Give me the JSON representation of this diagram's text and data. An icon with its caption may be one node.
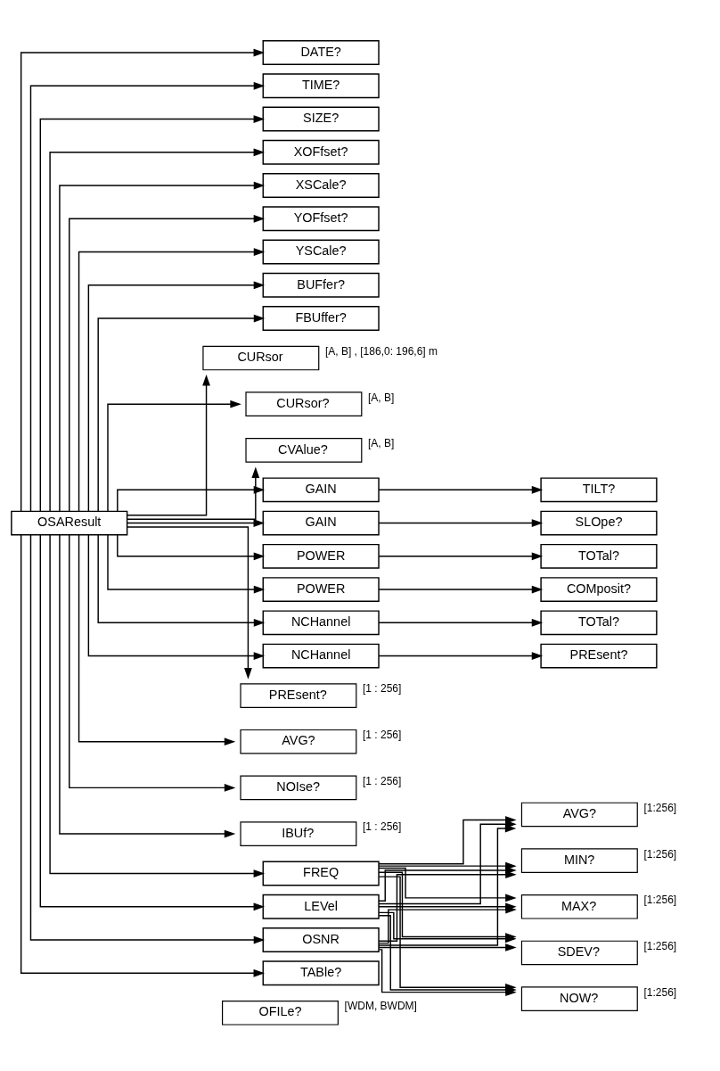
{
  "diagram": {
    "nodes": [
      {
        "text": [
          "OSAResult"
        ]
      },
      {
        "text": [
          "DATE?"
        ]
      },
      {
        "text": [
          "TIME?"
        ]
      },
      {
        "text": [
          "SIZE?"
        ]
      },
      {
        "text": [
          "XOFfset?"
        ]
      },
      {
        "text": [
          "XSCale?"
        ]
      },
      {
        "text": [
          "YOFfset?"
        ]
      },
      {
        "text": [
          "YSCale?"
        ]
      },
      {
        "text": [
          "BUFfer?"
        ]
      },
      {
        "text": [
          "FBUffer?"
        ]
      },
      {
        "text": [
          "CURsor"
        ],
        "beside": [
          "[A, B] , [186,0: 196,6] m"
        ]
      },
      {
        "text": [
          "CURsor?"
        ],
        "beside": [
          "[A, B]"
        ]
      },
      {
        "text": [
          "CVAlue?"
        ],
        "beside": [
          "[A, B]"
        ]
      },
      {
        "text": [
          "GAIN"
        ]
      },
      {
        "text": [
          "TILT?"
        ]
      },
      {
        "text": [
          "GAIN"
        ]
      },
      {
        "text": [
          "SLOpe?"
        ]
      },
      {
        "text": [
          "POWER"
        ]
      },
      {
        "text": [
          "TOTal?"
        ]
      },
      {
        "text": [
          "POWER"
        ]
      },
      {
        "text": [
          "COMposit?"
        ]
      },
      {
        "text": [
          "NCHannel"
        ]
      },
      {
        "text": [
          "TOTal?"
        ]
      },
      {
        "text": [
          "NCHannel"
        ]
      },
      {
        "text": [
          "PREsent?"
        ]
      },
      {
        "text": [
          "PREsent?"
        ],
        "beside": [
          "[1 : 256]"
        ]
      },
      {
        "text": [
          "AVG?"
        ],
        "beside": [
          "[1 : 256]"
        ]
      },
      {
        "text": [
          "NOIse?"
        ],
        "beside": [
          "[1 : 256]"
        ]
      },
      {
        "text": [
          "IBUf?"
        ],
        "beside": [
          "[1 : 256]"
        ]
      },
      {
        "text": [
          "NOW?"
        ],
        "beside": [
          "[1:256]"
        ]
      },
      {
        "text": [
          "FREQ"
        ]
      },
      {
        "text": [
          "AVG?"
        ],
        "beside": [
          "[1:256]"
        ]
      },
      {
        "text": [
          "LEVel"
        ]
      },
      {
        "text": [
          "MIN?"
        ],
        "beside": [
          "[1:256]"
        ]
      },
      {
        "text": [
          "OSNR"
        ]
      },
      {
        "text": [
          "MAX?"
        ],
        "beside": [
          "[1:256]"
        ]
      },
      {
        "text": [
          "SDEV?"
        ],
        "beside": [
          "[1:256]"
        ]
      },
      {
        "text": [
          "TABle?"
        ]
      },
      {
        "text": [
          "OFILe?"
        ],
        "beside": [
          "[WDM, BWDM]"
        ]
      }
    ],
    "edges": [
      {
        "from": 0,
        "to": 1,
        "arrow": "to"
      },
      {
        "from": 0,
        "to": 2,
        "arrow": "to"
      },
      {
        "from": 0,
        "to": 3,
        "arrow": "to"
      },
      {
        "from": 0,
        "to": 4,
        "arrow": "to"
      },
      {
        "from": 0,
        "to": 5,
        "arrow": "to"
      },
      {
        "from": 0,
        "to": 6,
        "arrow": "to"
      },
      {
        "from": 0,
        "to": 7,
        "arrow": "to"
      },
      {
        "from": 0,
        "to": 8,
        "arrow": "to"
      },
      {
        "from": 0,
        "to": 9,
        "arrow": "to"
      },
      {
        "from": 0,
        "to": 10,
        "arrow": "to"
      },
      {
        "from": 0,
        "to": 11,
        "arrow": "to"
      },
      {
        "from": 0,
        "to": 12,
        "arrow": "to"
      },
      {
        "from": 0,
        "to": 13,
        "arrow": "to"
      },
      {
        "from": 13,
        "to": 14,
        "arrow": "to"
      },
      {
        "from": 0,
        "to": 15,
        "arrow": "to"
      },
      {
        "from": 15,
        "to": 16,
        "arrow": "to"
      },
      {
        "from": 0,
        "to": 17,
        "arrow": "to"
      },
      {
        "from": 17,
        "to": 18,
        "arrow": "to"
      },
      {
        "from": 0,
        "to": 19,
        "arrow": "to"
      },
      {
        "from": 19,
        "to": 20,
        "arrow": "to"
      },
      {
        "from": 0,
        "to": 21,
        "arrow": "to"
      },
      {
        "from": 21,
        "to": 22,
        "arrow": "to"
      },
      {
        "from": 0,
        "to": 23,
        "arrow": "to"
      },
      {
        "from": 23,
        "to": 24,
        "arrow": "to"
      },
      {
        "from": 0,
        "to": 25,
        "arrow": "to"
      },
      {
        "from": 0,
        "to": 26,
        "arrow": "to"
      },
      {
        "from": 0,
        "to": 27,
        "arrow": "to"
      },
      {
        "from": 0,
        "to": 28,
        "arrow": "to"
      },
      {
        "from": 0,
        "to": 30,
        "arrow": "to"
      },
      {
        "from": 0,
        "to": 32,
        "arrow": "to"
      },
      {
        "from": 0,
        "to": 34,
        "arrow": "to"
      },
      {
        "from": 0,
        "to": 37,
        "arrow": "to"
      },
      {
        "from": 30,
        "to": 29,
        "arrow": "to"
      },
      {
        "from": 30,
        "to": 31,
        "arrow": "to"
      },
      {
        "from": 30,
        "to": 33,
        "arrow": "to"
      },
      {
        "from": 30,
        "to": 35,
        "arrow": "to"
      },
      {
        "from": 30,
        "to": 36,
        "arrow": "to"
      },
      {
        "from": 32,
        "to": 29,
        "arrow": "to"
      },
      {
        "from": 32,
        "to": 31,
        "arrow": "to"
      },
      {
        "from": 32,
        "to": 33,
        "arrow": "to"
      },
      {
        "from": 32,
        "to": 35,
        "arrow": "to"
      },
      {
        "from": 32,
        "to": 36,
        "arrow": "to"
      },
      {
        "from": 34,
        "to": 29,
        "arrow": "to"
      },
      {
        "from": 34,
        "to": 31,
        "arrow": "to"
      },
      {
        "from": 34,
        "to": 33,
        "arrow": "to"
      },
      {
        "from": 34,
        "to": 35,
        "arrow": "to"
      },
      {
        "from": 34,
        "to": 36,
        "arrow": "to"
      }
    ]
  }
}
